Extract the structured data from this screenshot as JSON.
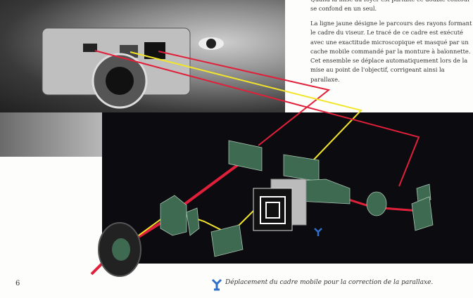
{
  "text": {
    "intro_tail": "Quand la mise au foyer est parfaite ce double contour se confond en un seul.",
    "paragraph": "La ligne jaune désigne le parcours des rayons formant le cadre du viseur. Le tracé de ce cadre est exécuté avec une exactitude microscopique et masqué par un cache mobile commandé par la monture à baïonnette. Cet ensemble se déplace automatiquement lors de la mise au point de l'objectif, corrigeant ainsi la parallaxe."
  },
  "page_number": "6",
  "caption": "Déplacement du cadre mobile pour la correction de la parallaxe.",
  "colors": {
    "red_ray": "#e0203a",
    "yellow_ray": "#f2e52a",
    "glass": "#3f6a52",
    "arrow": "#2f6fc8"
  }
}
